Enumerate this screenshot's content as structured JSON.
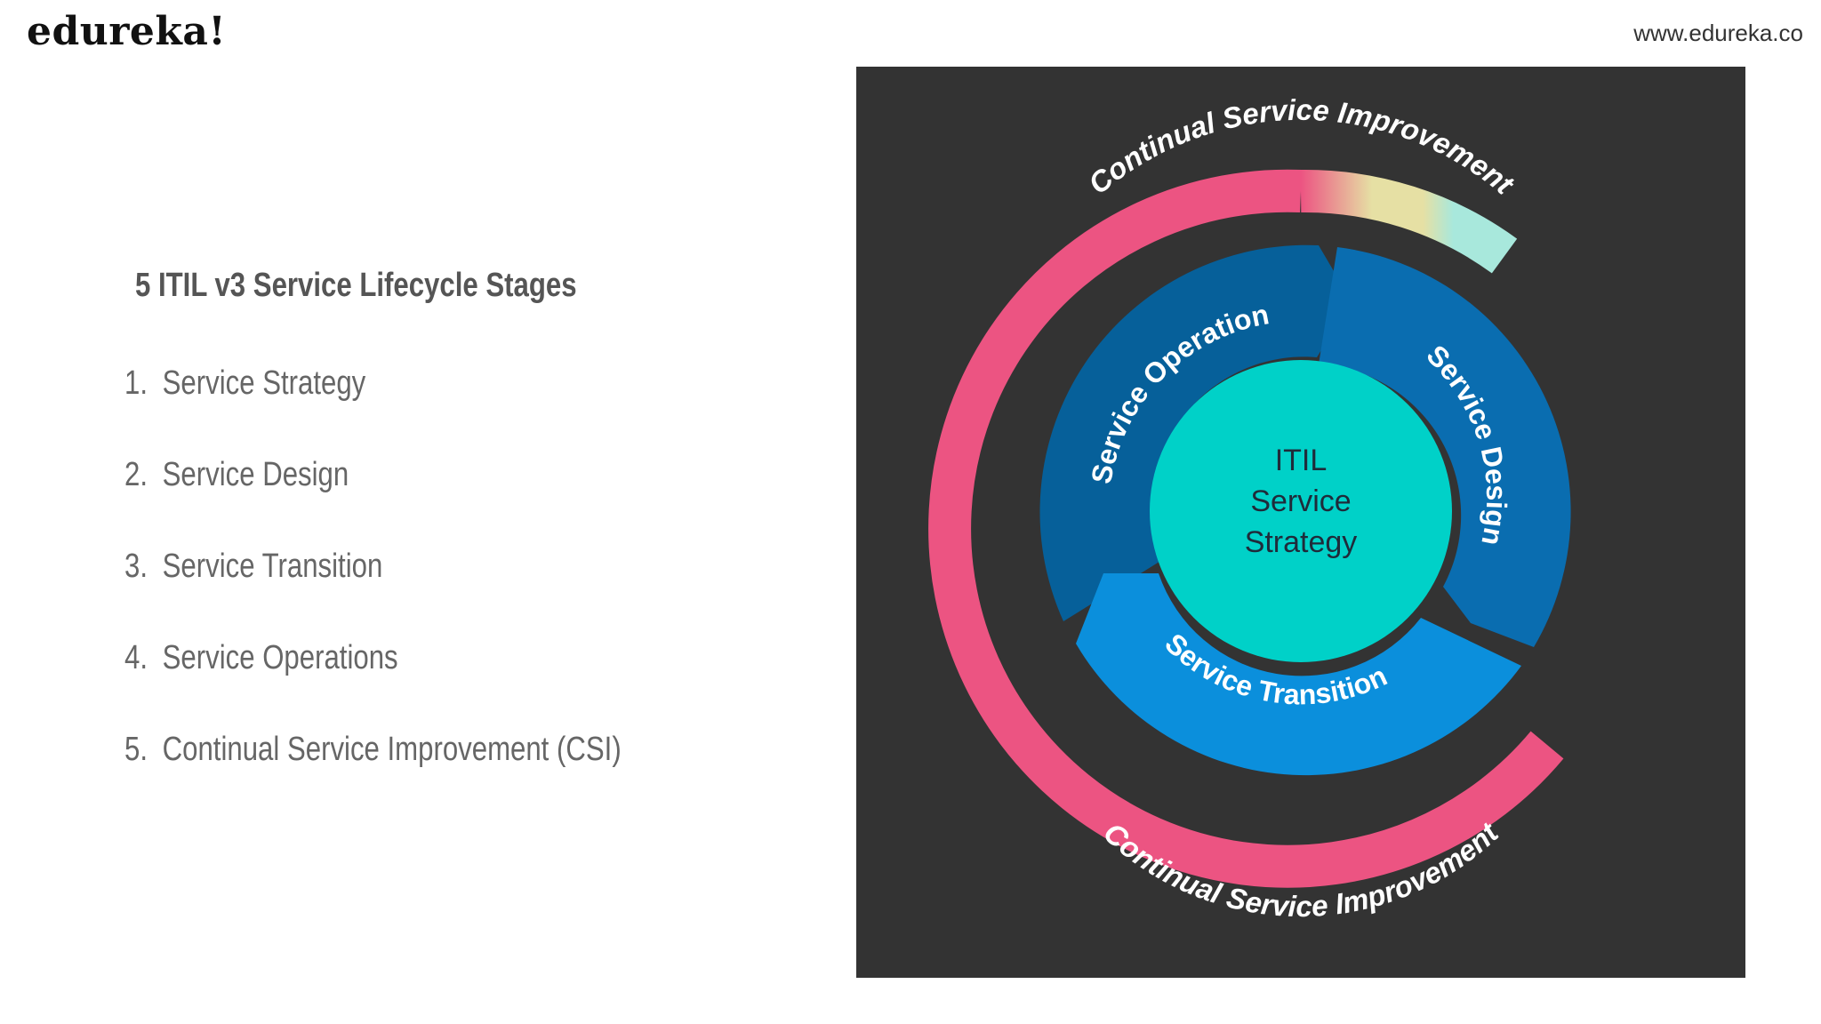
{
  "header": {
    "logo_text": "edureka!",
    "site_url": "www.edureka.co"
  },
  "slide": {
    "heading": "5 ITIL v3 Service Lifecycle Stages",
    "stages": [
      {
        "num": "1.",
        "label": "Service Strategy"
      },
      {
        "num": "2.",
        "label": "Service Design"
      },
      {
        "num": "3.",
        "label": "Service Transition"
      },
      {
        "num": "4.",
        "label": "Service Operations"
      },
      {
        "num": "5.",
        "label": "Continual Service Improvement (CSI)"
      }
    ]
  },
  "diagram": {
    "top_arc_label": "Continual Service Improvement",
    "bottom_arc_label": "Continual Service Improvement",
    "segment_operation": "Service Operation",
    "segment_design": "Service Design",
    "segment_transition": "Service Transition",
    "center_line1": "ITIL",
    "center_line2": "Service",
    "center_line3": "Strategy",
    "colors": {
      "panel_bg": "#333333",
      "csi_ring": "#ec5482",
      "csi_yellow": "#e6e0a4",
      "csi_mint": "#a8e8dc",
      "operation": "#06609a",
      "design": "#0a6db0",
      "transition": "#0b8fdc",
      "center": "#00d1c8"
    }
  }
}
